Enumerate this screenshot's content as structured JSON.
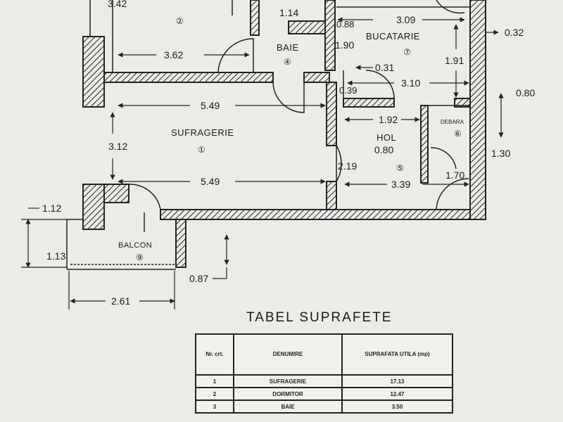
{
  "rooms": {
    "dormitor_num": "②",
    "baie_label": "BAIE",
    "baie_num": "④",
    "bucatarie_label": "BUCATARIE",
    "bucatarie_num": "⑦",
    "sufragerie_label": "SUFRAGERIE",
    "sufragerie_num": "①",
    "hol_label": "HOL",
    "hol_num": "⑤",
    "debara_label": "DEBARA",
    "debara_num": "⑥",
    "balcon_label": "BALCON",
    "balcon_num": "⑨"
  },
  "dimensions": {
    "d_342": "3.42",
    "d_114": "1.14",
    "d_088": "0.88",
    "d_309": "3.09",
    "d_032": "0.32",
    "d_362": "3.62",
    "d_190": "1.90",
    "d_031": "0.31",
    "d_191": "1.91",
    "d_310": "3.10",
    "d_039": "0.39",
    "d_549_top": "5.49",
    "d_080_right": "0.80",
    "d_192": "1.92",
    "d_080_hol": "0.80",
    "d_130": "1.30",
    "d_312": "3.12",
    "d_219": "2.19",
    "d_170": "1.70",
    "d_549_bottom": "5.49",
    "d_339": "3.39",
    "d_112": "1.12",
    "d_113": "1.13",
    "d_087": "0.87",
    "d_261": "2.61"
  },
  "table": {
    "title": "TABEL SUPRAFETE",
    "headers": [
      "Nr. crt.",
      "DENUMIRE",
      "SUPRAFATA UTILA (mp)"
    ],
    "rows": [
      [
        "1",
        "SUFRAGERIE",
        "17.13"
      ],
      [
        "2",
        "DORMITOR",
        "12.47"
      ],
      [
        "3",
        "BAIE",
        "3.50"
      ]
    ]
  },
  "colors": {
    "paper": "#ecebe8",
    "ink": "#1a1a1a"
  }
}
